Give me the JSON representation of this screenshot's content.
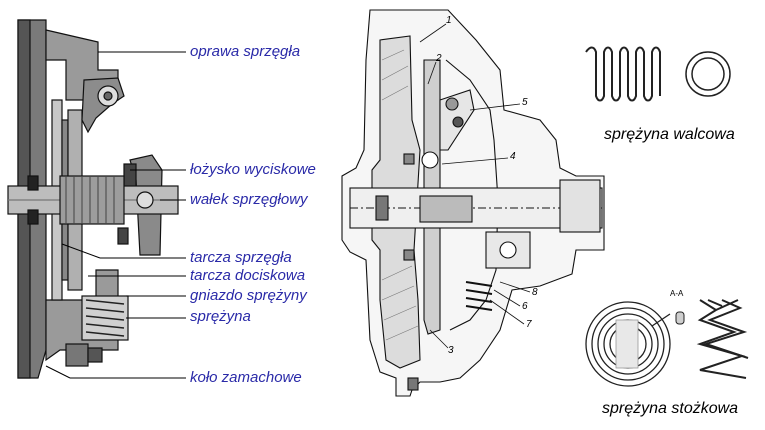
{
  "left_diagram": {
    "labels": {
      "housing": "oprawa sprzęgła",
      "release_bearing": "łożysko wyciskowe",
      "clutch_shaft": "wałek sprzęgłowy",
      "clutch_disc": "tarcza sprzęgła",
      "pressure_plate": "tarcza dociskowa",
      "spring_seat": "gniazdo sprężyny",
      "spring": "sprężyna",
      "flywheel": "koło zamachowe"
    },
    "label_color": "#2a2aa8"
  },
  "center_diagram": {
    "part_numbers": [
      "1",
      "2",
      "3",
      "4",
      "5",
      "6",
      "7",
      "8"
    ]
  },
  "right_diagrams": {
    "coil_spring_caption": "sprężyna walcowa",
    "conical_spring_caption": "sprężyna stożkowa",
    "section_label": "A-A"
  }
}
